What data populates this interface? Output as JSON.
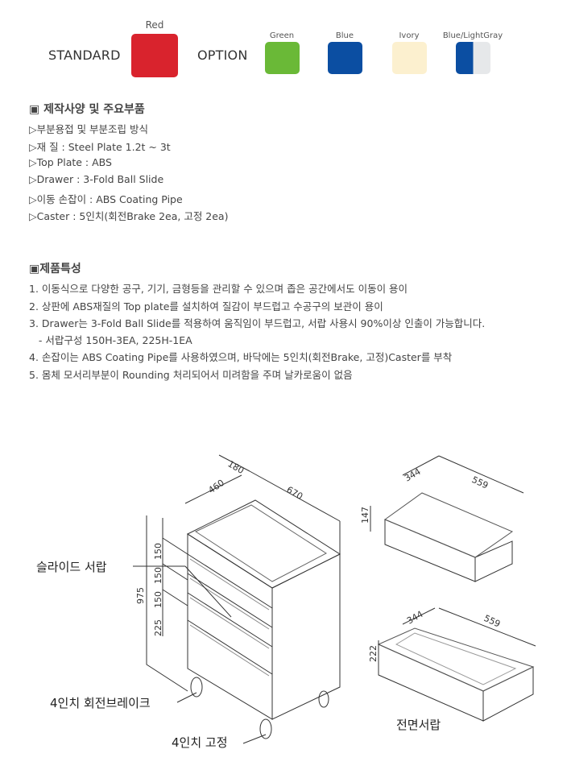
{
  "colors": {
    "standard_label": "STANDARD",
    "option_label": "OPTION",
    "standard": {
      "name": "Red",
      "hex": "#d9232d"
    },
    "options": [
      {
        "name": "Green",
        "hex": "#6ab937"
      },
      {
        "name": "Blue",
        "hex": "#0b4ea2"
      },
      {
        "name": "Ivory",
        "hex": "#fcf0cf"
      },
      {
        "name": "Blue/LightGray",
        "hex": "#0b4ea2",
        "hex2": "#e6e8ea"
      }
    ]
  },
  "spec": {
    "title": "▣ 제작사양 및 주요부품",
    "items": [
      "▷부분용접 및 부분조립 방식",
      "▷재 질 : Steel Plate 1.2t ~ 3t",
      "▷Top Plate : ABS",
      "▷Drawer : 3-Fold Ball Slide",
      "▷이동 손잡이 : ABS Coating Pipe",
      "▷Caster : 5인치(회전Brake 2ea, 고정 2ea)"
    ]
  },
  "features": {
    "title": "▣제품특성",
    "items": [
      "1. 이동식으로 다양한 공구, 기기, 금형등을 관리할 수 있으며 좁은 공간에서도 이동이 용이",
      "2. 상판에 ABS재질의 Top plate를 설치하여 질감이 부드럽고 수공구의 보관이 용이",
      "3. Drawer는 3-Fold Ball Slide를 적용하여 움직임이 부드럽고, 서랍 사용시 90%이상 인출이 가능합니다.",
      "   - 서랍구성 150H-3EA, 225H-1EA",
      "4. 손잡이는 ABS Coating Pipe를 사용하였으며, 바닥에는 5인치(회전Brake, 고정)Caster를 부착",
      "5. 몸체 모서리부분이 Rounding 처리되어서 미려함을 주며 날카로움이 없음"
    ]
  },
  "drawing": {
    "dims": {
      "w": "180",
      "d": "460",
      "l": "670",
      "h": "975",
      "d1": "150",
      "d2": "150",
      "d3": "150",
      "d4": "225"
    },
    "top_drawer": {
      "a": "344",
      "b": "559",
      "h": "147"
    },
    "front_drawer": {
      "a": "344",
      "b": "559",
      "h": "222"
    },
    "labels": {
      "slide": "슬라이드 서랍",
      "brake": "4인치 회전브레이크",
      "fixed": "4인치 고정",
      "front": "전면서랍"
    }
  }
}
